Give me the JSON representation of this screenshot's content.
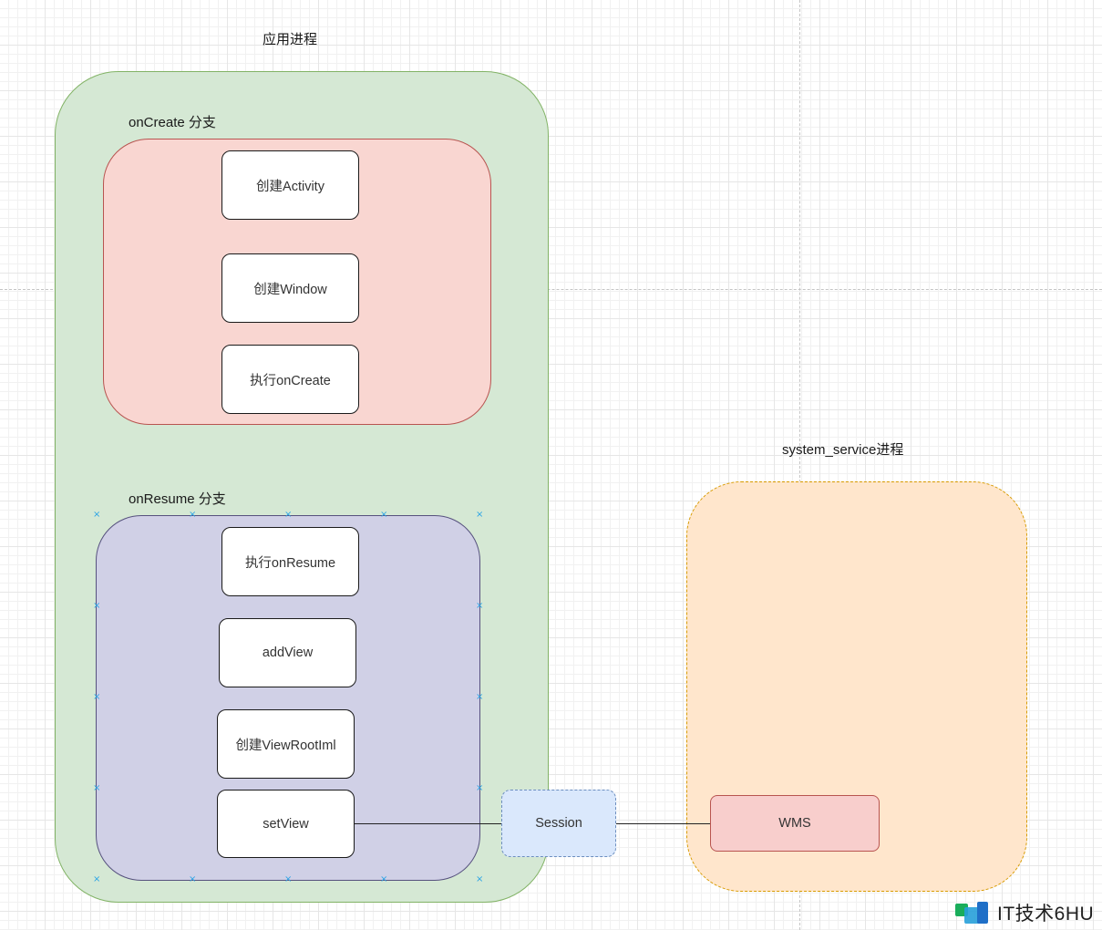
{
  "diagram": {
    "app_process": {
      "label": "应用进程",
      "color": "#d5e8d4"
    },
    "oncreate_group": {
      "label": "onCreate 分支",
      "color": "#f9d6d1",
      "steps": [
        "创建Activity",
        "创建Window",
        "执行onCreate"
      ]
    },
    "onresume_group": {
      "label": "onResume 分支",
      "color": "#d0d0e6",
      "steps": [
        "执行onResume",
        "addView",
        "创建ViewRootIml",
        "setView"
      ]
    },
    "session": {
      "label": "Session",
      "color": "#dae8fc"
    },
    "system_process": {
      "label": "system_service进程",
      "color": "#ffe6cc"
    },
    "wms": {
      "label": "WMS",
      "color": "#f8cecc"
    },
    "edges": [
      {
        "from": "setView",
        "to": "Session"
      },
      {
        "from": "Session",
        "to": "WMS"
      }
    ],
    "selection_color": "#29a3e6"
  },
  "watermark": {
    "text": "IT技术6HU"
  }
}
